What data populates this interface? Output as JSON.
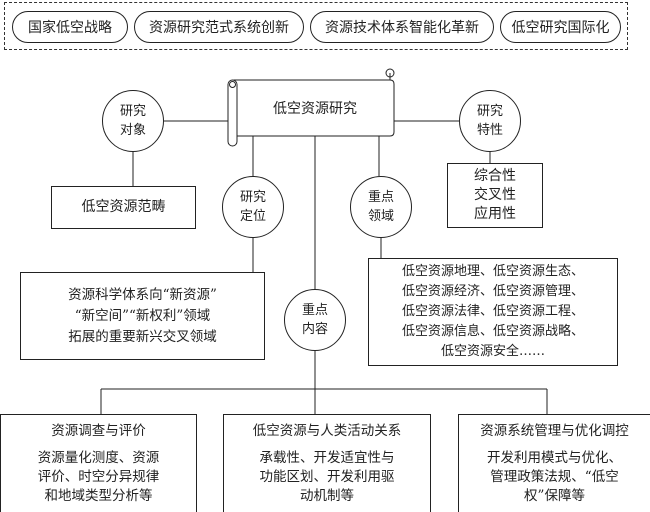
{
  "top_themes": [
    {
      "label": "国家低空战略"
    },
    {
      "label": "资源研究范式系统创新"
    },
    {
      "label": "资源技术体系智能化革新"
    },
    {
      "label": "低空研究国际化"
    }
  ],
  "center": {
    "title": "低空资源研究"
  },
  "nodes": {
    "research_object": {
      "lines": [
        "研究",
        "对象"
      ],
      "box_lines": [
        "低空资源范畴"
      ]
    },
    "research_traits": {
      "lines": [
        "研究",
        "特性"
      ],
      "box_lines": [
        "综合性",
        "交叉性",
        "应用性"
      ]
    },
    "research_position": {
      "lines": [
        "研究",
        "定位"
      ],
      "box_lines": [
        "资源科学体系向“新资源”",
        "“新空间”“新权利”领域",
        "拓展的重要新兴交叉领域"
      ]
    },
    "key_fields": {
      "lines": [
        "重点",
        "领域"
      ],
      "box_lines": [
        "低空资源地理、低空资源生态、",
        "低空资源经济、低空资源管理、",
        "低空资源法律、低空资源工程、",
        "低空资源信息、低空资源战略、",
        "低空资源安全……"
      ]
    },
    "key_contents": {
      "lines": [
        "重点",
        "内容"
      ]
    }
  },
  "bottom_boxes": [
    {
      "title": "资源调查与评价",
      "body": [
        "资源量化测度、资源",
        "评价、时空分异规律",
        "和地域类型分析等"
      ]
    },
    {
      "title": "低空资源与人类活动关系",
      "body": [
        "承载性、开发适宜性与",
        "功能区划、开发利用驱",
        "动机制等"
      ]
    },
    {
      "title": "资源系统管理与优化调控",
      "body": [
        "开发利用模式与优化、",
        "管理政策法规、“低空",
        "权”保障等"
      ]
    }
  ]
}
